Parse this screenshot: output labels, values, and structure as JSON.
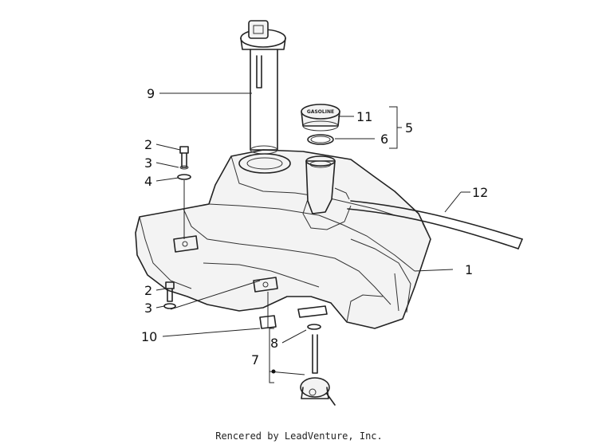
{
  "callouts": {
    "c1": "1",
    "c2a": "2",
    "c2b": "2",
    "c3a": "3",
    "c3b": "3",
    "c4": "4",
    "c5": "5",
    "c6": "6",
    "c7": "7",
    "c8": "8",
    "c9": "9",
    "c10": "10",
    "c11": "11",
    "c12": "12"
  },
  "cap_text": "GASOLINE",
  "footer": "Rencered by LeadVenture, Inc."
}
